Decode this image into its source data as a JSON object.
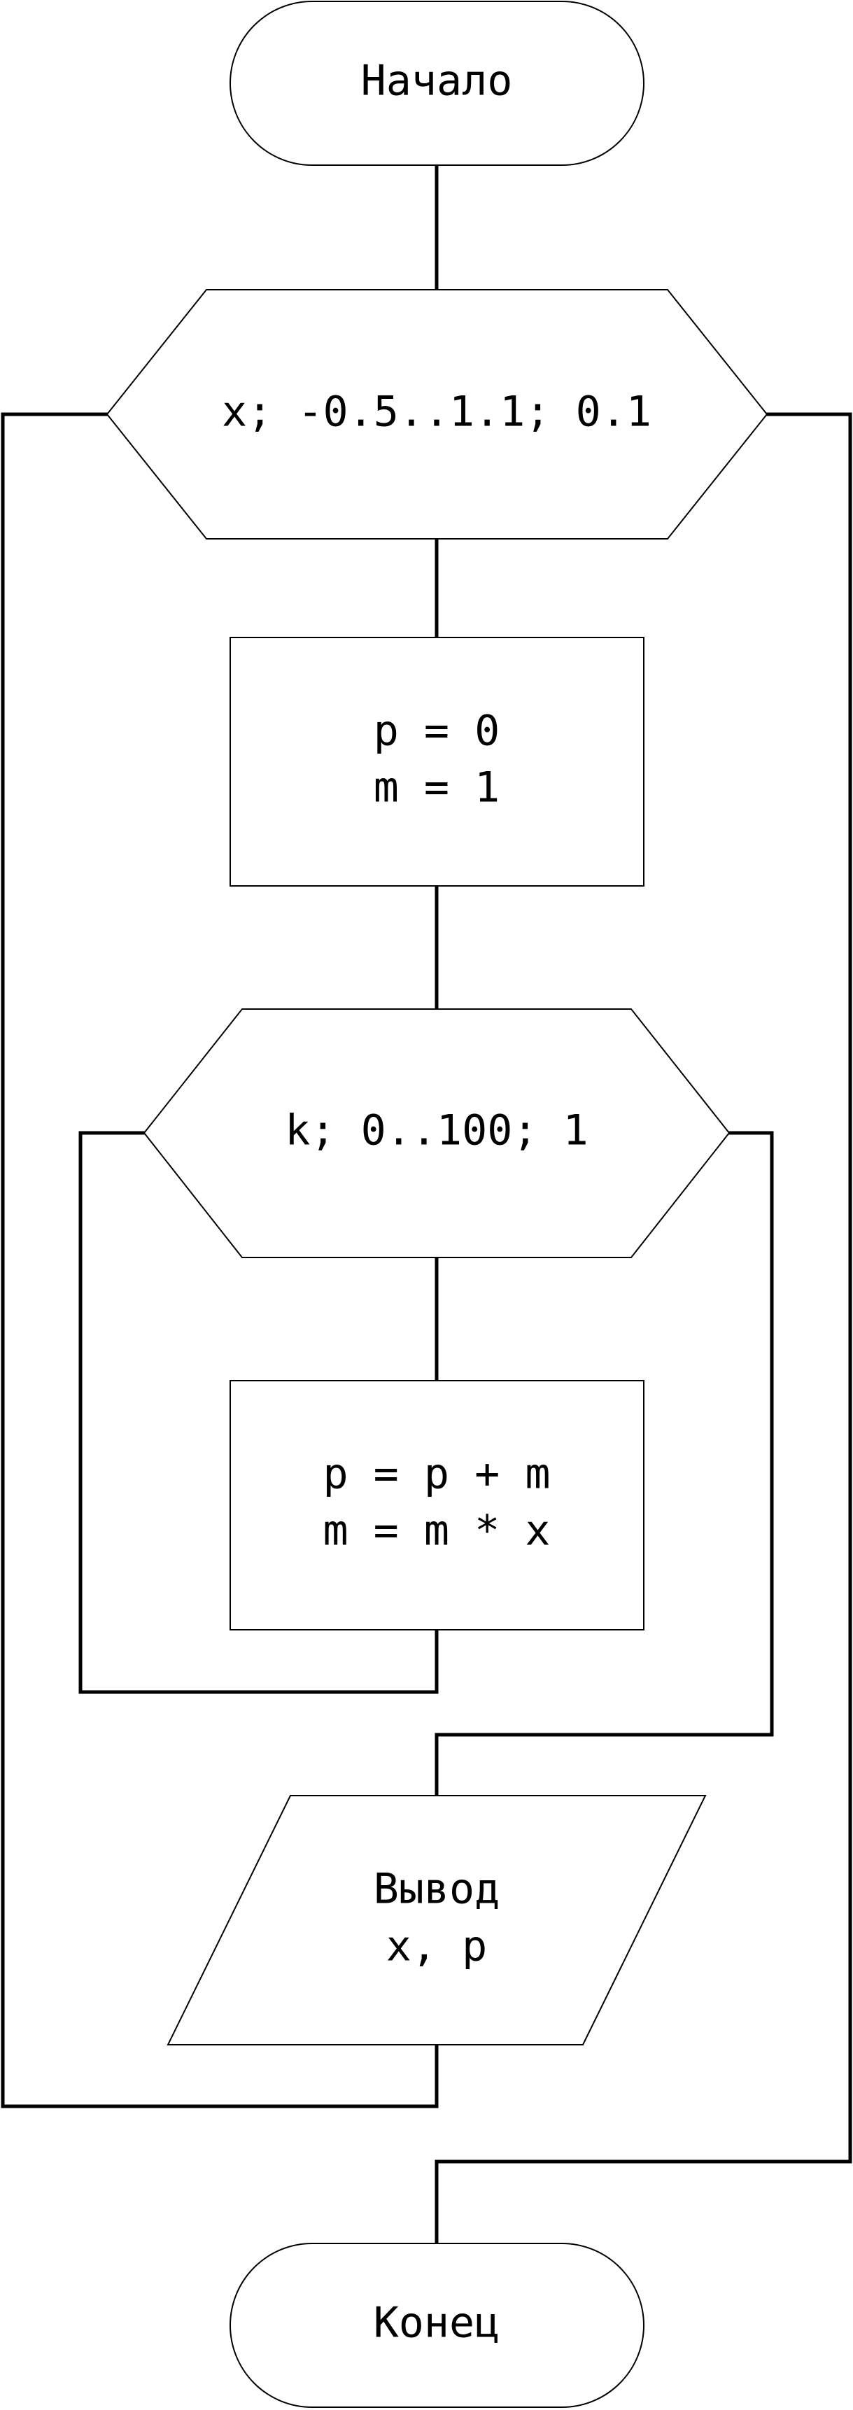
{
  "flowchart": {
    "start": {
      "label": "Начало"
    },
    "outer_loop": {
      "label": "x; -0.5..1.1; 0.1"
    },
    "init": {
      "line1": "p = 0",
      "line2": "m = 1"
    },
    "inner_loop": {
      "label": "k; 0..100; 1"
    },
    "update": {
      "line1": "p = p + m",
      "line2": "m = m * x"
    },
    "output": {
      "line1": "Вывод",
      "line2": "x, p"
    },
    "end": {
      "label": "Конец"
    }
  }
}
